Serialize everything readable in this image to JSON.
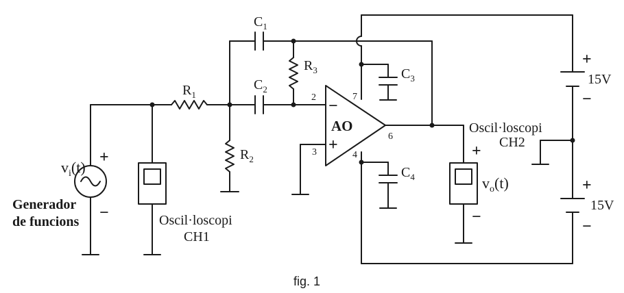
{
  "components": {
    "c1": {
      "base": "C",
      "sub": "1"
    },
    "c2": {
      "base": "C",
      "sub": "2"
    },
    "c3": {
      "base": "C",
      "sub": "3"
    },
    "c4": {
      "base": "C",
      "sub": "4"
    },
    "r1": {
      "base": "R",
      "sub": "1"
    },
    "r2": {
      "base": "R",
      "sub": "2"
    },
    "r3": {
      "base": "R",
      "sub": "3"
    }
  },
  "opamp": {
    "label": "AO",
    "pin2": "2",
    "pin3": "3",
    "pin4": "4",
    "pin6": "6",
    "pin7": "7",
    "minus": "−",
    "plus": "+"
  },
  "source": {
    "signal_base": "v",
    "signal_sub": "i",
    "signal_suffix": "(t)",
    "name_line1": "Generador",
    "name_line2": "de funcions",
    "plus": "+",
    "minus": "−"
  },
  "scope1": {
    "line1": "Oscil·loscopi",
    "line2": "CH1"
  },
  "scope2": {
    "line1": "Oscil·loscopi",
    "line2": "CH2",
    "plus": "+",
    "minus": "−"
  },
  "output": {
    "base": "v",
    "sub": "o",
    "suffix": "(t)"
  },
  "supply": {
    "top_value": "15V",
    "bottom_value": "15V",
    "plus": "+",
    "minus": "−"
  },
  "caption": "fig. 1"
}
